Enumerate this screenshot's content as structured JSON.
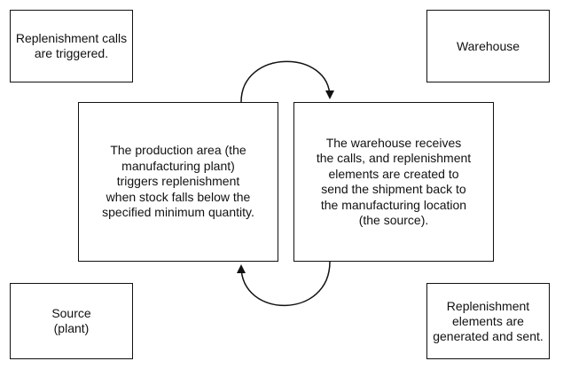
{
  "boxes": {
    "top_left": "Replenishment calls\nare triggered.",
    "top_right": "Warehouse",
    "center_left": "The production area (the\nmanufacturing plant)\ntriggers replenishment\nwhen stock falls below the\nspecified minimum quantity.",
    "center_right": "The warehouse receives\nthe calls, and replenishment\nelements are created to\nsend the shipment back to\nthe manufacturing location\n(the source).",
    "bottom_left": "Source\n(plant)",
    "bottom_right": "Replenishment\nelements are\ngenerated and sent."
  },
  "arrows": [
    {
      "from": "center_left",
      "to": "center_right",
      "direction": "clockwise-over-top"
    },
    {
      "from": "center_right",
      "to": "center_left",
      "direction": "clockwise-under-bottom"
    }
  ]
}
